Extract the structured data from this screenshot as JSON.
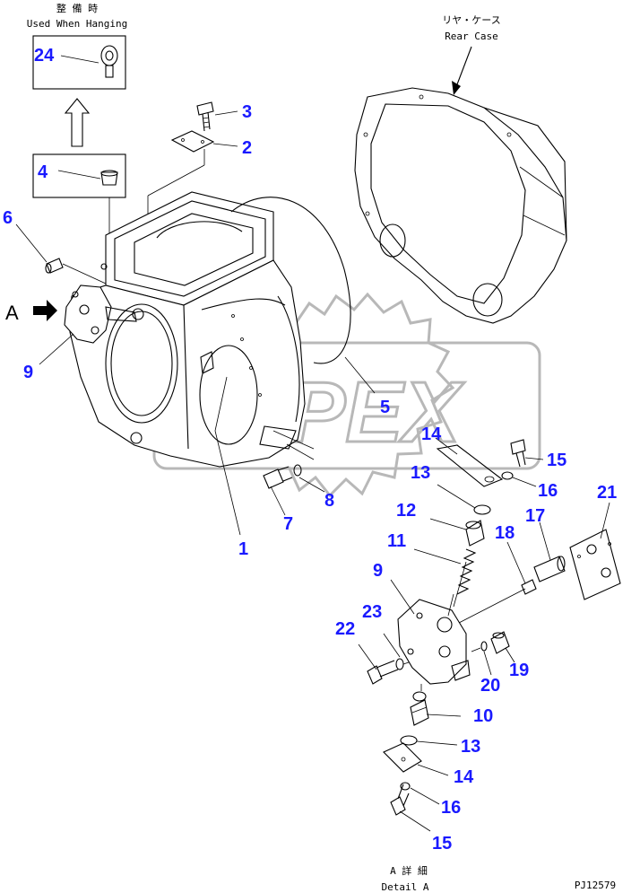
{
  "captions": {
    "hanging_jp": "整 備 時",
    "hanging_en": "Used When Hanging",
    "rear_case_jp": "リヤ・ケース",
    "rear_case_en": "Rear Case",
    "detail_jp": "A 詳 細",
    "detail_en": "Detail A",
    "view_letter": "A",
    "drawing_id": "PJ12579",
    "watermark": "OPEX"
  },
  "parts": {
    "p24": "24",
    "p4": "4",
    "p3": "3",
    "p2": "2",
    "p6": "6",
    "p9a": "9",
    "p5": "5",
    "p1": "1",
    "p7": "7",
    "p8": "8",
    "p14a": "14",
    "p13a": "13",
    "p12": "12",
    "p11": "11",
    "p15a": "15",
    "p16a": "16",
    "p21": "21",
    "p17": "17",
    "p18": "18",
    "p9b": "9",
    "p23": "23",
    "p22": "22",
    "p19": "19",
    "p20": "20",
    "p10": "10",
    "p13b": "13",
    "p14b": "14",
    "p16b": "16",
    "p15b": "15"
  }
}
